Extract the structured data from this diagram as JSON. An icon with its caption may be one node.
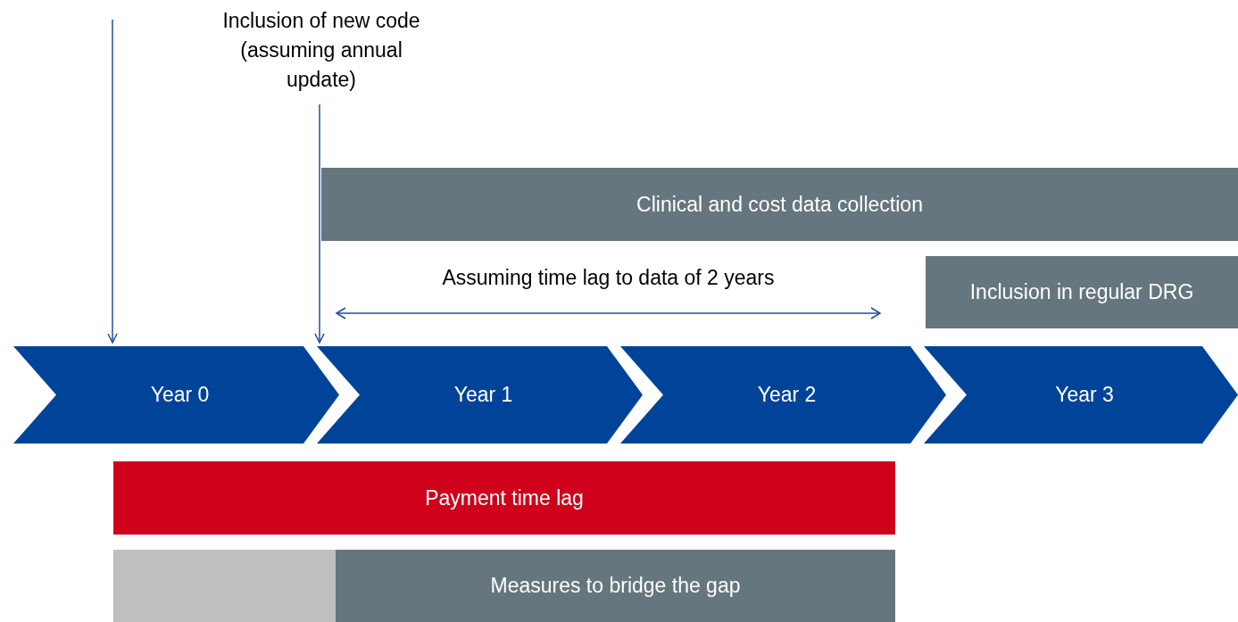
{
  "diagram": {
    "nodes": [
      {
        "text": [
          "Inclusion of new code (assuming annual update)"
        ]
      },
      {
        "text": [
          "Clinical and cost data collection"
        ]
      },
      {
        "text": [
          "Inclusion in regular DRG"
        ]
      },
      {
        "text": [
          "Year 0"
        ]
      },
      {
        "text": [
          "Year 1"
        ]
      },
      {
        "text": [
          "Year 2"
        ]
      },
      {
        "text": [
          "Year 3"
        ]
      },
      {
        "text": [
          "Payment time lag"
        ]
      },
      {
        "text": [],
        "shape": "box"
      },
      {
        "text": [
          "Measures to bridge the gap"
        ]
      }
    ],
    "edges": [
      {
        "from": null,
        "to": 3,
        "arrow": "to"
      },
      {
        "from": 0,
        "to": 4,
        "arrow": "to"
      }
    ],
    "labels": [
      "Assuming time lag to data of 2 years"
    ]
  }
}
